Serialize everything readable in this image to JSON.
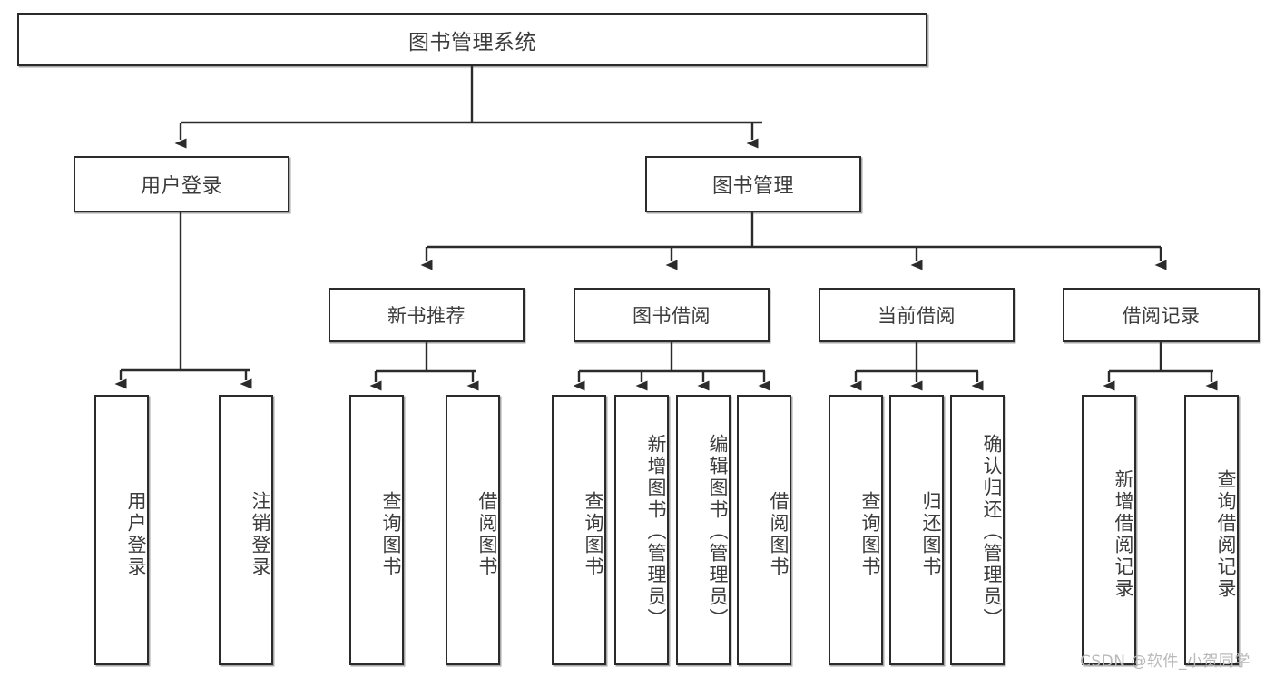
{
  "diagram": {
    "type": "tree",
    "title": "图书管理系统",
    "root": {
      "label": "图书管理系统"
    },
    "level1": [
      {
        "label": "用户登录"
      },
      {
        "label": "图书管理"
      }
    ],
    "level2": [
      {
        "label": "新书推荐",
        "parent": "图书管理"
      },
      {
        "label": "图书借阅",
        "parent": "图书管理"
      },
      {
        "label": "当前借阅",
        "parent": "图书管理"
      },
      {
        "label": "借阅记录",
        "parent": "图书管理"
      }
    ],
    "leaves": [
      {
        "label": "用户登录",
        "parent": "用户登录"
      },
      {
        "label": "注销登录",
        "parent": "用户登录"
      },
      {
        "label": "查询图书",
        "parent": "新书推荐"
      },
      {
        "label": "借阅图书",
        "parent": "新书推荐"
      },
      {
        "label": "查询图书",
        "parent": "图书借阅"
      },
      {
        "label": "新增图书（管理员）",
        "parent": "图书借阅"
      },
      {
        "label": "编辑图书（管理员）",
        "parent": "图书借阅"
      },
      {
        "label": "借阅图书",
        "parent": "图书借阅"
      },
      {
        "label": "查询图书",
        "parent": "当前借阅"
      },
      {
        "label": "归还图书",
        "parent": "当前借阅"
      },
      {
        "label": "确认归还（管理员）",
        "parent": "当前借阅"
      },
      {
        "label": "新增借阅记录",
        "parent": "借阅记录"
      },
      {
        "label": "查询借阅记录",
        "parent": "借阅记录"
      }
    ]
  },
  "watermark": {
    "text": "CSDN @软件_小贺同学"
  },
  "colors": {
    "box_border": "#2b2b2b",
    "box_fill": "#ffffff",
    "text": "#3c3c3c",
    "edge": "#2b2b2b",
    "watermark": "#b9b9b9",
    "background": "#ffffff"
  }
}
